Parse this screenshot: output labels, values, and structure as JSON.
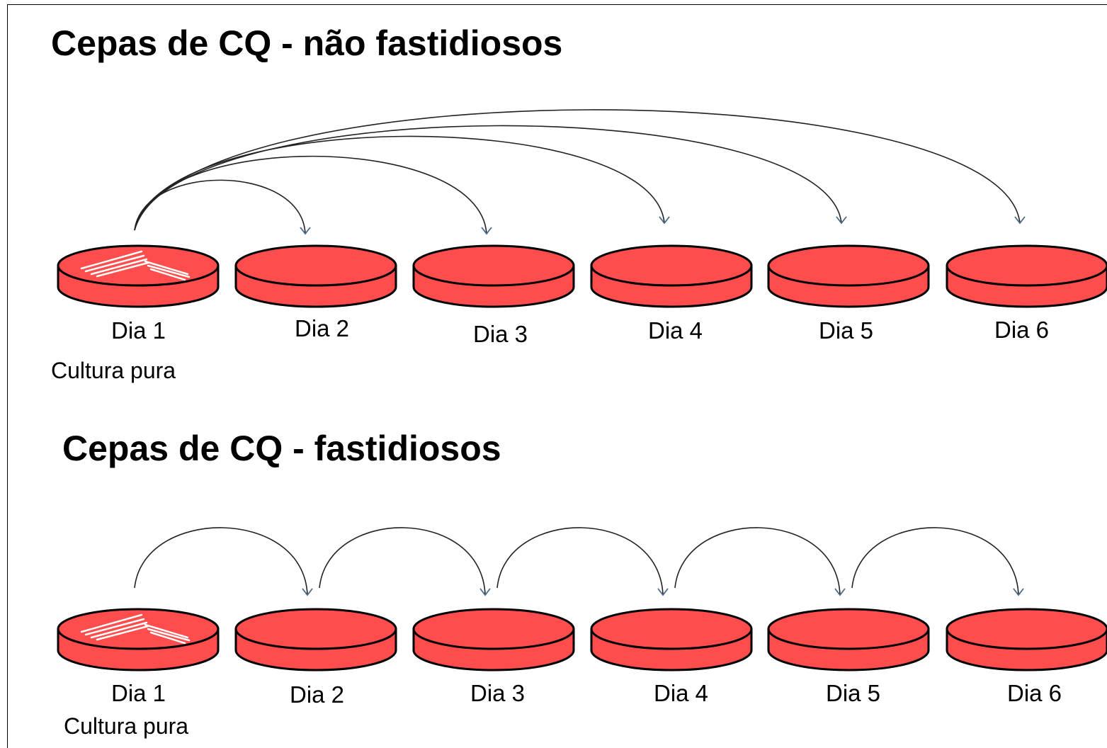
{
  "colors": {
    "plate": "#ff4d4d",
    "outline": "#000000",
    "streak": "#ffffff",
    "arrowhead": "#4a6a8a"
  },
  "panels": [
    {
      "title": "Cepas de CQ - não fastidiosos",
      "scheme": "all-from-day-1",
      "plates": [
        {
          "label": "Dia 1",
          "streaked": true
        },
        {
          "label": "Dia 2",
          "streaked": false
        },
        {
          "label": "Dia 3",
          "streaked": false
        },
        {
          "label": "Dia 4",
          "streaked": false
        },
        {
          "label": "Dia 5",
          "streaked": false
        },
        {
          "label": "Dia 6",
          "streaked": false
        }
      ],
      "note": "Cultura pura"
    },
    {
      "title": "Cepas de CQ - fastidiosos",
      "scheme": "sequential",
      "plates": [
        {
          "label": "Dia 1",
          "streaked": true
        },
        {
          "label": "Dia 2",
          "streaked": false
        },
        {
          "label": "Dia 3",
          "streaked": false
        },
        {
          "label": "Dia 4",
          "streaked": false
        },
        {
          "label": "Dia 5",
          "streaked": false
        },
        {
          "label": "Dia 6",
          "streaked": false
        }
      ],
      "note": "Cultura pura"
    }
  ]
}
